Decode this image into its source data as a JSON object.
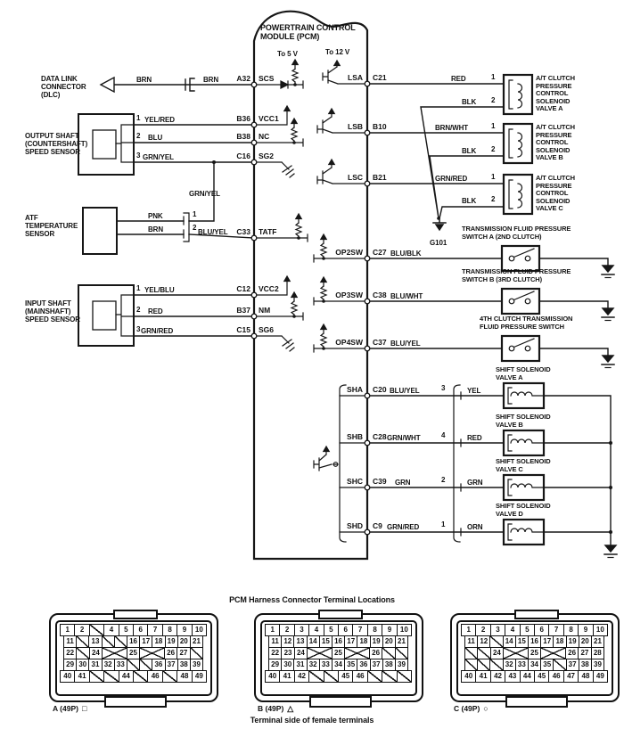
{
  "pcm": {
    "title": "POWERTRAIN CONTROL\nMODULE (PCM)",
    "to_5v": "To 5 V",
    "to_12v": "To 12 V",
    "left_pins": [
      {
        "terminal": "A32",
        "name": "SCS"
      },
      {
        "terminal": "B36",
        "name": "VCC1"
      },
      {
        "terminal": "B38",
        "name": "NC"
      },
      {
        "terminal": "C16",
        "name": "SG2"
      },
      {
        "terminal": "C33",
        "name": "TATF"
      },
      {
        "terminal": "C12",
        "name": "VCC2"
      },
      {
        "terminal": "B37",
        "name": "NM"
      },
      {
        "terminal": "C15",
        "name": "SG6"
      }
    ],
    "right_pins": [
      {
        "name": "LSA",
        "terminal": "C21"
      },
      {
        "name": "LSB",
        "terminal": "B10"
      },
      {
        "name": "LSC",
        "terminal": "B21"
      },
      {
        "name": "OP2SW",
        "terminal": "C27"
      },
      {
        "name": "OP3SW",
        "terminal": "C38"
      },
      {
        "name": "OP4SW",
        "terminal": "C37"
      },
      {
        "name": "SHA",
        "terminal": "C20"
      },
      {
        "name": "SHB",
        "terminal": "C28"
      },
      {
        "name": "SHC",
        "terminal": "C39"
      },
      {
        "name": "SHD",
        "terminal": "C9"
      }
    ]
  },
  "left": {
    "dlc_label": "DATA LINK\nCONNECTOR\n(DLC)",
    "output_shaft_label": "OUTPUT SHAFT\n(COUNTERSHAFT)\nSPEED SENSOR",
    "atf_label": "ATF\nTEMPERATURE\nSENSOR",
    "input_shaft_label": "INPUT SHAFT\n(MAINSHAFT)\nSPEED SENSOR",
    "wires": {
      "dlc_brn_1": "BRN",
      "dlc_brn_2": "BRN",
      "os_1": "YEL/RED",
      "os_2": "BLU",
      "os_3": "GRN/YEL",
      "grn_yel_drop": "GRN/YEL",
      "atf_pnk": "PNK",
      "atf_brn": "BRN",
      "atf_blu_yel": "BLU/YEL",
      "is_1": "YEL/BLU",
      "is_2": "RED",
      "is_3": "GRN/RED"
    },
    "pins": {
      "os_1": "1",
      "os_2": "2",
      "os_3": "3",
      "atf_1": "1",
      "atf_2": "2",
      "is_1": "1",
      "is_2": "2",
      "is_3": "3"
    }
  },
  "right": {
    "g101": "G101",
    "valves": [
      {
        "pin1": "1",
        "wire1": "RED",
        "pin2": "2",
        "wire2": "BLK",
        "label": "A/T CLUTCH\nPRESSURE\nCONTROL\nSOLENOID\nVALVE A"
      },
      {
        "pin1": "1",
        "wire1": "BRN/WHT",
        "pin2": "2",
        "wire2": "BLK",
        "label": "A/T CLUTCH\nPRESSURE\nCONTROL\nSOLENOID\nVALVE B"
      },
      {
        "pin1": "1",
        "wire1": "GRN/RED",
        "pin2": "2",
        "wire2": "BLK",
        "label": "A/T CLUTCH\nPRESSURE\nCONTROL\nSOLENOID\nVALVE C"
      }
    ],
    "switches": [
      {
        "wire": "BLU/BLK",
        "label": "TRANSMISSION FLUID PRESSURE\nSWITCH A (2ND CLUTCH)"
      },
      {
        "wire": "BLU/WHT",
        "label": "TRANSMISSION FLUID PRESSURE\nSWITCH B (3RD CLUTCH)"
      },
      {
        "wire": "BLU/YEL",
        "label": "4TH CLUTCH TRANSMISSION\nFLUID PRESSURE SWITCH"
      }
    ],
    "shift_solenoids": [
      {
        "wire": "BLU/YEL",
        "pin": "3",
        "wire2": "YEL",
        "label": "SHIFT SOLENOID\nVALVE A"
      },
      {
        "wire": "GRN/WHT",
        "pin": "4",
        "wire2": "RED",
        "label": "SHIFT SOLENOID\nVALVE B"
      },
      {
        "wire": "GRN",
        "pin": "2",
        "wire2": "GRN",
        "label": "SHIFT SOLENOID\nVALVE C"
      },
      {
        "wire": "GRN/RED",
        "pin": "1",
        "wire2": "ORN",
        "label": "SHIFT SOLENOID\nVALVE D"
      }
    ]
  },
  "connector_section": {
    "title": "PCM Harness Connector Terminal Locations",
    "footer": "Terminal side of female terminals",
    "connectors": [
      {
        "label": "A (49P)",
        "symbol": "□",
        "rows": [
          [
            "1",
            "2",
            "/",
            "4",
            "5",
            "6",
            "7",
            "8",
            "9",
            "10"
          ],
          [
            "11",
            "/",
            "13",
            "/",
            "/",
            "16",
            "17",
            "18",
            "19",
            "20",
            "21"
          ],
          [
            "22",
            "/",
            "24",
            "X",
            "25",
            "X",
            "26",
            "27",
            "/"
          ],
          [
            "29",
            "30",
            "31",
            "32",
            "33",
            "/",
            "/",
            "36",
            "37",
            "38",
            "39"
          ],
          [
            "40",
            "41",
            "/",
            "/",
            "44",
            "/",
            "46",
            "/",
            "48",
            "49"
          ]
        ]
      },
      {
        "label": "B (49P)",
        "symbol": "△",
        "rows": [
          [
            "1",
            "2",
            "3",
            "4",
            "5",
            "6",
            "7",
            "8",
            "9",
            "10"
          ],
          [
            "11",
            "12",
            "13",
            "14",
            "15",
            "16",
            "17",
            "18",
            "19",
            "20",
            "21"
          ],
          [
            "22",
            "23",
            "24",
            "X",
            "25",
            "X",
            "26",
            "/",
            "/"
          ],
          [
            "29",
            "30",
            "31",
            "32",
            "33",
            "34",
            "35",
            "36",
            "37",
            "38",
            "39"
          ],
          [
            "40",
            "41",
            "42",
            "/",
            "/",
            "45",
            "46",
            "/",
            "/",
            "/"
          ]
        ]
      },
      {
        "label": "C (49P)",
        "symbol": "○",
        "rows": [
          [
            "1",
            "2",
            "3",
            "4",
            "5",
            "6",
            "7",
            "8",
            "9",
            "10"
          ],
          [
            "11",
            "12",
            "/",
            "14",
            "15",
            "16",
            "17",
            "18",
            "19",
            "20",
            "21"
          ],
          [
            "/",
            "/",
            "24",
            "X",
            "25",
            "X",
            "26",
            "27",
            "28"
          ],
          [
            "/",
            "/",
            "/",
            "32",
            "33",
            "34",
            "35",
            "/",
            "37",
            "38",
            "39"
          ],
          [
            "40",
            "41",
            "42",
            "43",
            "44",
            "45",
            "46",
            "47",
            "48",
            "49"
          ]
        ]
      }
    ]
  }
}
